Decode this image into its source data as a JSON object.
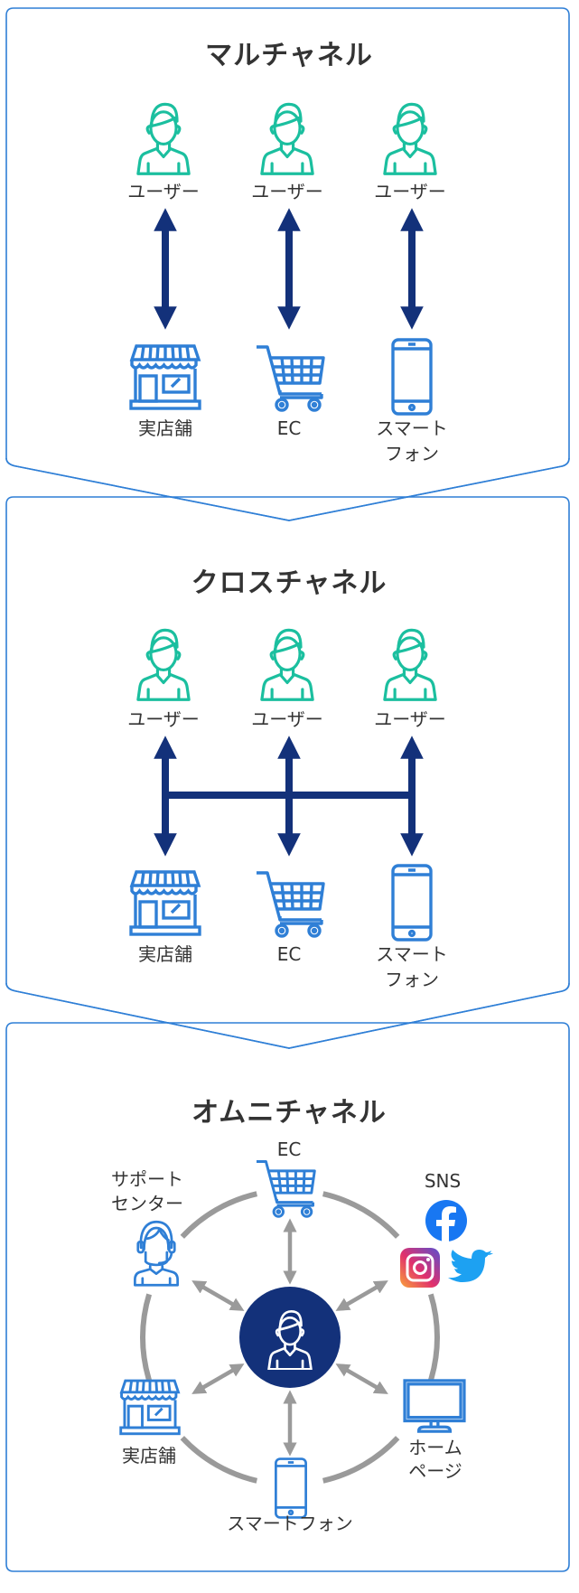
{
  "colors": {
    "border": "#2f7fd6",
    "user": "#1bbf9f",
    "arrow": "#13317a",
    "icon": "#2f7fd6",
    "gray": "#9a9a9a",
    "center": "#13317a"
  },
  "multi": {
    "title": "マルチャネル",
    "users": [
      "ユーザー",
      "ユーザー",
      "ユーザー"
    ],
    "channels": [
      "実店舗",
      "EC",
      "スマート",
      "フォン"
    ]
  },
  "cross": {
    "title": "クロスチャネル",
    "users": [
      "ユーザー",
      "ユーザー",
      "ユーザー"
    ],
    "channels": [
      "実店舗",
      "EC",
      "スマート",
      "フォン"
    ]
  },
  "omni": {
    "title": "オムニチャネル",
    "ec": "EC",
    "support": [
      "サポート",
      "センター"
    ],
    "sns": "SNS",
    "store": "実店舗",
    "home": [
      "ホーム",
      "ページ"
    ],
    "phone": "スマートフォン"
  }
}
